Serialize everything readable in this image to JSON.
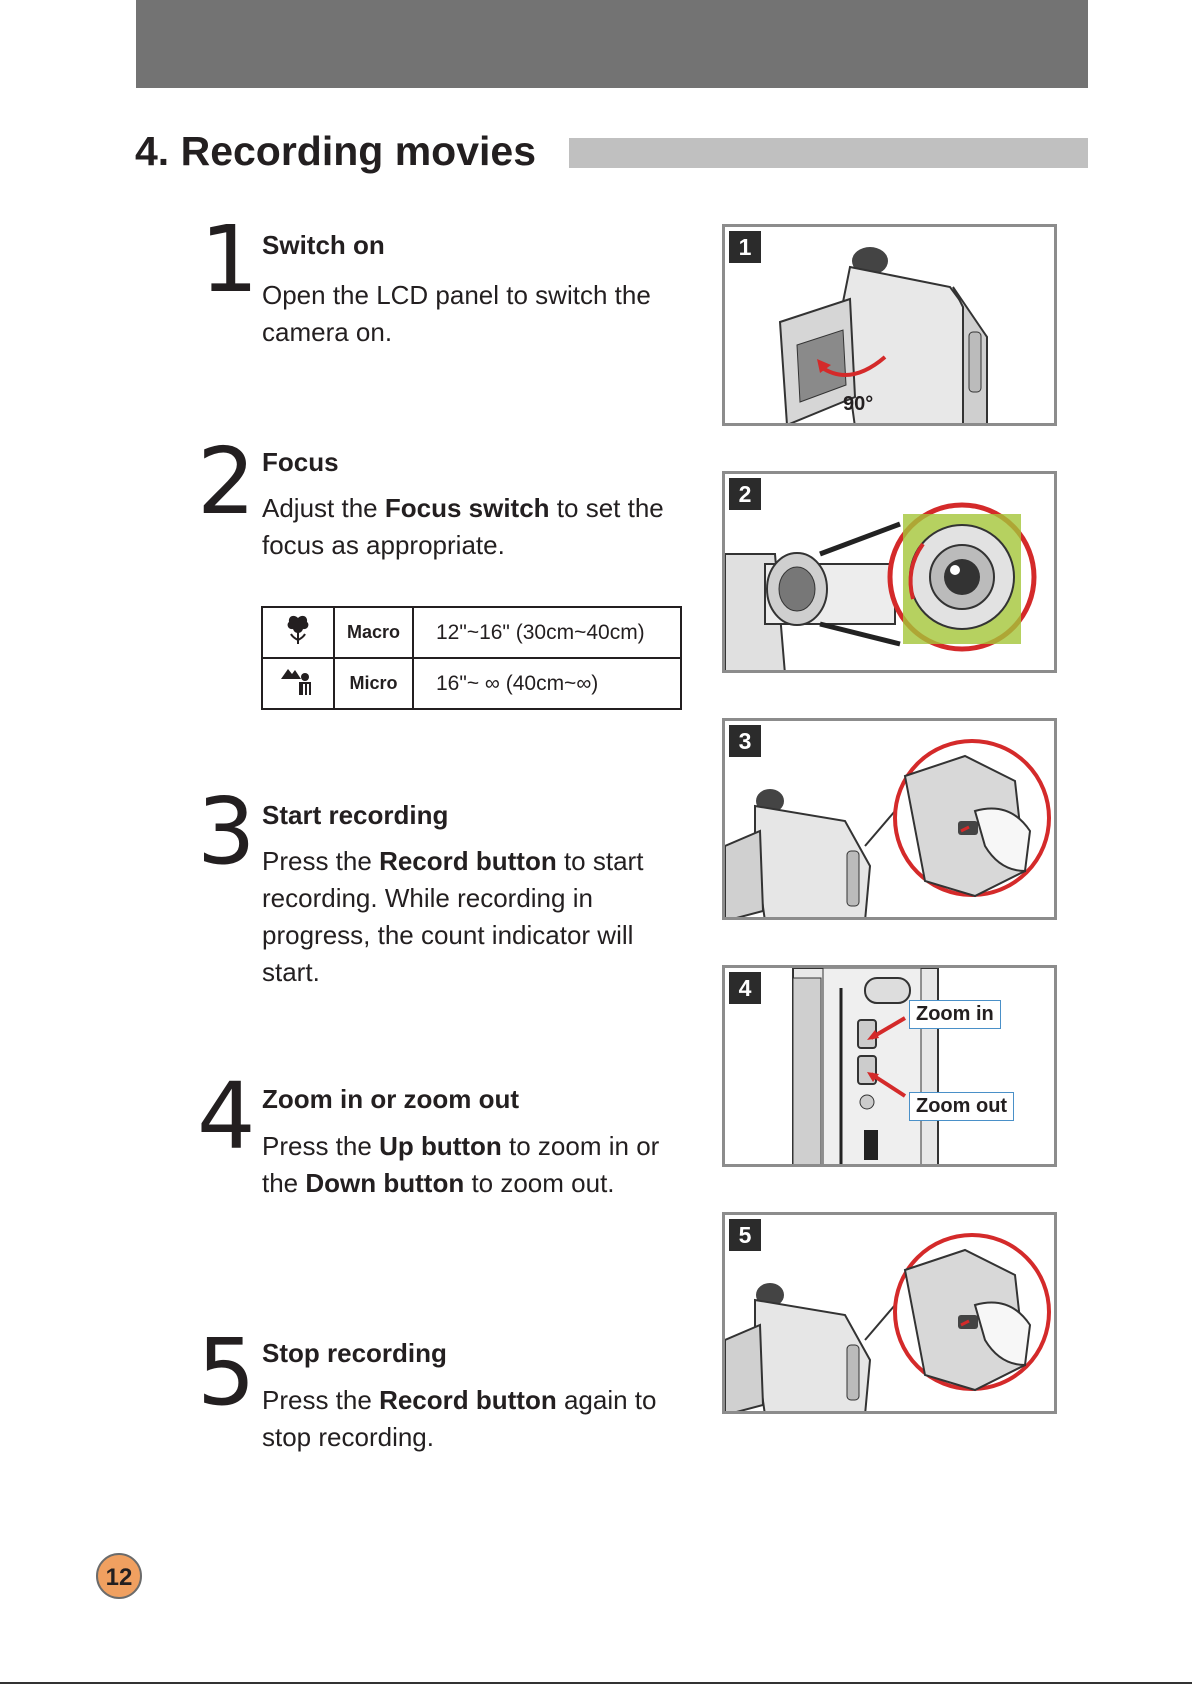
{
  "header": {
    "section_title": "4. Recording movies"
  },
  "steps": [
    {
      "number": "1",
      "title": "Switch on",
      "text_html": "Open the LCD panel to switch the camera on."
    },
    {
      "number": "2",
      "title": "Focus",
      "text_html": "Adjust the <b>Focus switch</b> to set the focus as appropriate."
    },
    {
      "number": "3",
      "title": "Start recording",
      "text_html": "Press the <b>Record button</b> to start recording. While recording in progress, the count indicator will start."
    },
    {
      "number": "4",
      "title": "Zoom in or zoom out",
      "text_html": "Press the <b>Up button</b> to zoom in or the <b>Down button</b> to zoom out."
    },
    {
      "number": "5",
      "title": "Stop recording",
      "text_html": "Press the <b>Record button</b> again to stop recording."
    }
  ],
  "focus_table": [
    {
      "icon": "flower-icon",
      "mode": "Macro",
      "range": "12\"~16\" (30cm~40cm)"
    },
    {
      "icon": "mountain-person-icon",
      "mode": "Micro",
      "range": "16\"~ ∞ (40cm~∞)"
    }
  ],
  "panels": [
    {
      "number": "1",
      "angle_label": "90°"
    },
    {
      "number": "2"
    },
    {
      "number": "3"
    },
    {
      "number": "4",
      "zoom_in_label": "Zoom in",
      "zoom_out_label": "Zoom out"
    },
    {
      "number": "5"
    }
  ],
  "footer": {
    "page_number": "12"
  },
  "colors": {
    "header_bar": "#737373",
    "title_rule": "#c0c0c0",
    "badge": "#f0a060",
    "highlight_circle": "#d42a2a"
  }
}
